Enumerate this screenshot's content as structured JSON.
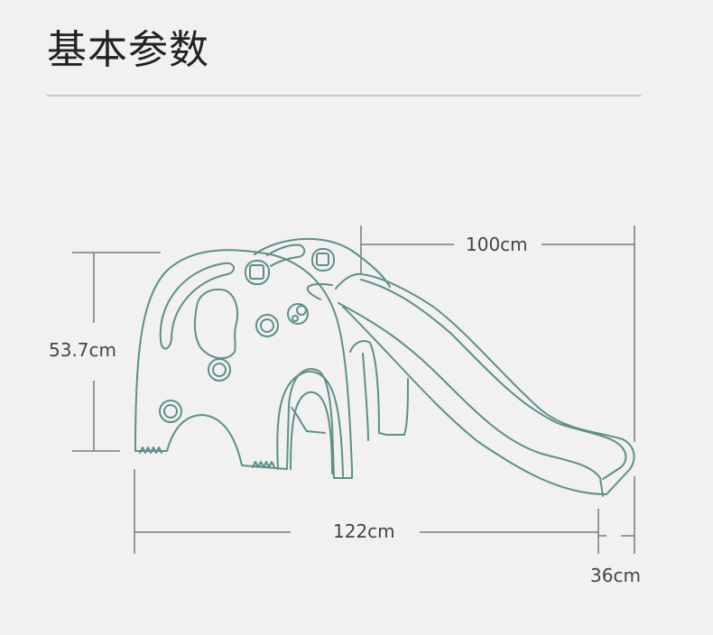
{
  "header": {
    "title": "基本参数"
  },
  "product": {
    "name": "elephant-slide",
    "line_color": "#5e8f88",
    "dim_line_color": "#7a7a7a"
  },
  "dimensions": {
    "height": "53.7cm",
    "slide_length": "100cm",
    "total_length": "122cm",
    "width": "36cm"
  }
}
